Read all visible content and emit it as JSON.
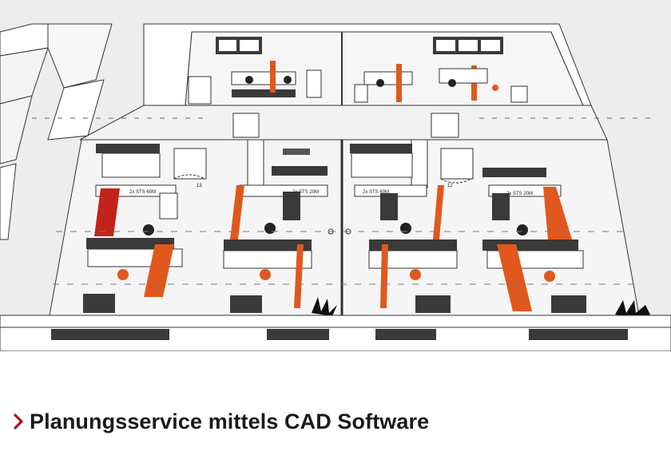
{
  "caption": {
    "text": "Planungsservice mittels CAD Software",
    "icon": "chevron-right-icon",
    "icon_color": "#b0101c"
  },
  "floorplan": {
    "desk_labels": [
      "2x STS 60M",
      "2x STS 20M",
      "2x STS 60M",
      "2x STS 20M"
    ],
    "room_numbers": [
      "13",
      "12"
    ]
  },
  "colors": {
    "partition_orange": "#e0581e",
    "partition_red": "#c1241a",
    "furniture_dark": "#3a3a3a",
    "wall": "#ffffff",
    "floor": "#f5f5f5"
  }
}
